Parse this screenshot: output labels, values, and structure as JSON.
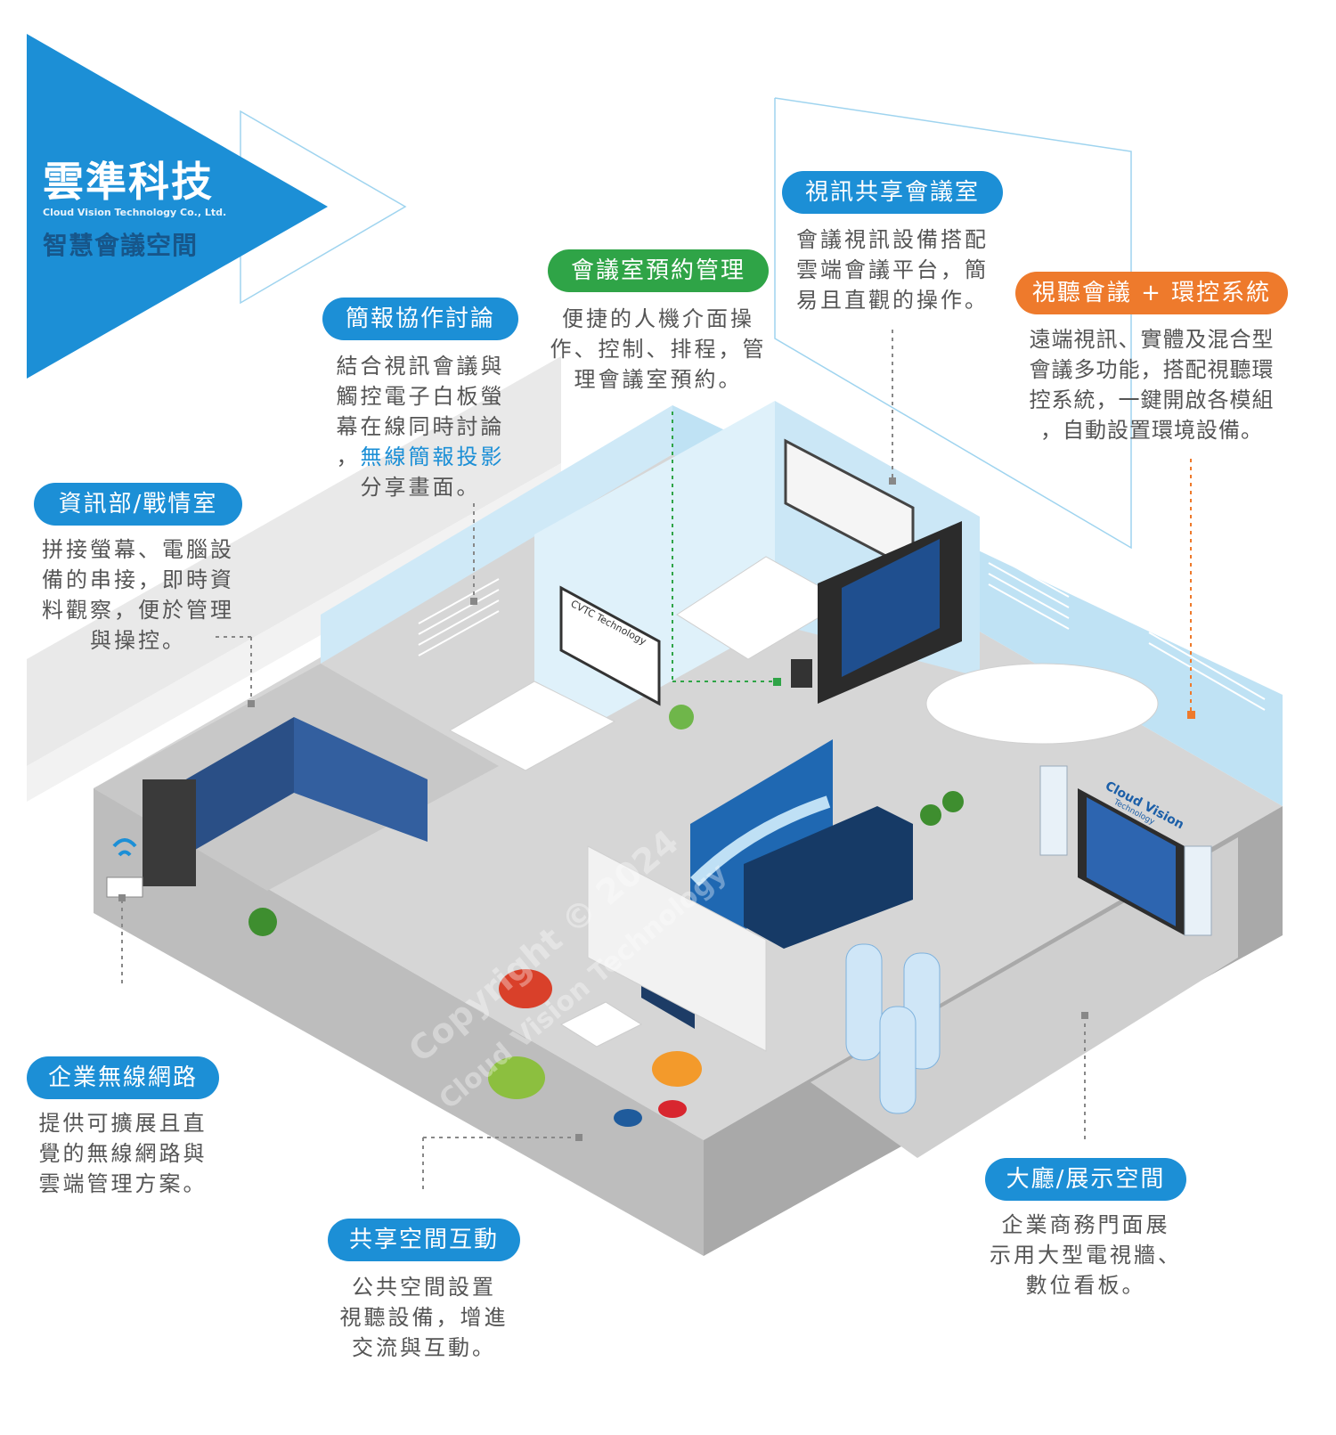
{
  "brand": {
    "title": "雲準科技",
    "subtitle": "Cloud Vision Technology Co., Ltd.",
    "tagline": "智慧會議空間"
  },
  "colors": {
    "blue": "#1c8fd6",
    "green": "#2fa447",
    "orange": "#ee7a2c",
    "text": "#555555"
  },
  "callouts": {
    "presentation": {
      "title": "簡報協作討論",
      "lines": [
        "結合視訊會議與",
        "觸控電子白板螢",
        "幕在線同時討論"
      ],
      "highlight": "無線簡報投影",
      "last": "分享畫面。"
    },
    "booking": {
      "title": "會議室預約管理",
      "lines": [
        "便捷的人機介面操",
        "作、控制、排程，管",
        "理會議室預約。"
      ]
    },
    "video": {
      "title": "視訊共享會議室",
      "lines": [
        "會議視訊設備搭配",
        "雲端會議平台，簡",
        "易且直觀的操作。"
      ]
    },
    "av": {
      "title": "視聽會議 + 環控系統",
      "lines": [
        "遠端視訊、實體及混合型",
        "會議多功能，搭配視聽環",
        "控系統，一鍵開啟各模組",
        "，自動設置環境設備。"
      ]
    },
    "it": {
      "title": "資訊部/戰情室",
      "lines": [
        "拼接螢幕、電腦設",
        "備的串接，即時資",
        "料觀察，便於管理",
        "與操控。"
      ]
    },
    "wifi": {
      "title": "企業無線網路",
      "lines": [
        "提供可擴展且直",
        "覺的無線網路與",
        "雲端管理方案。"
      ]
    },
    "shared": {
      "title": "共享空間互動",
      "lines": [
        "公共空間設置",
        "視聽設備，增進",
        "交流與互動。"
      ]
    },
    "lobby": {
      "title": "大廳/展示空間",
      "lines": [
        "企業商務門面展",
        "示用大型電視牆、",
        "數位看板。"
      ]
    }
  },
  "illustration": {
    "whiteboard_text": "CVTC Technology",
    "wall_sign": "Cloud Vision",
    "wall_sign_sub": "Technology",
    "watermark_1": "Copyright © 2024",
    "watermark_2": "Cloud Vision Technology"
  }
}
